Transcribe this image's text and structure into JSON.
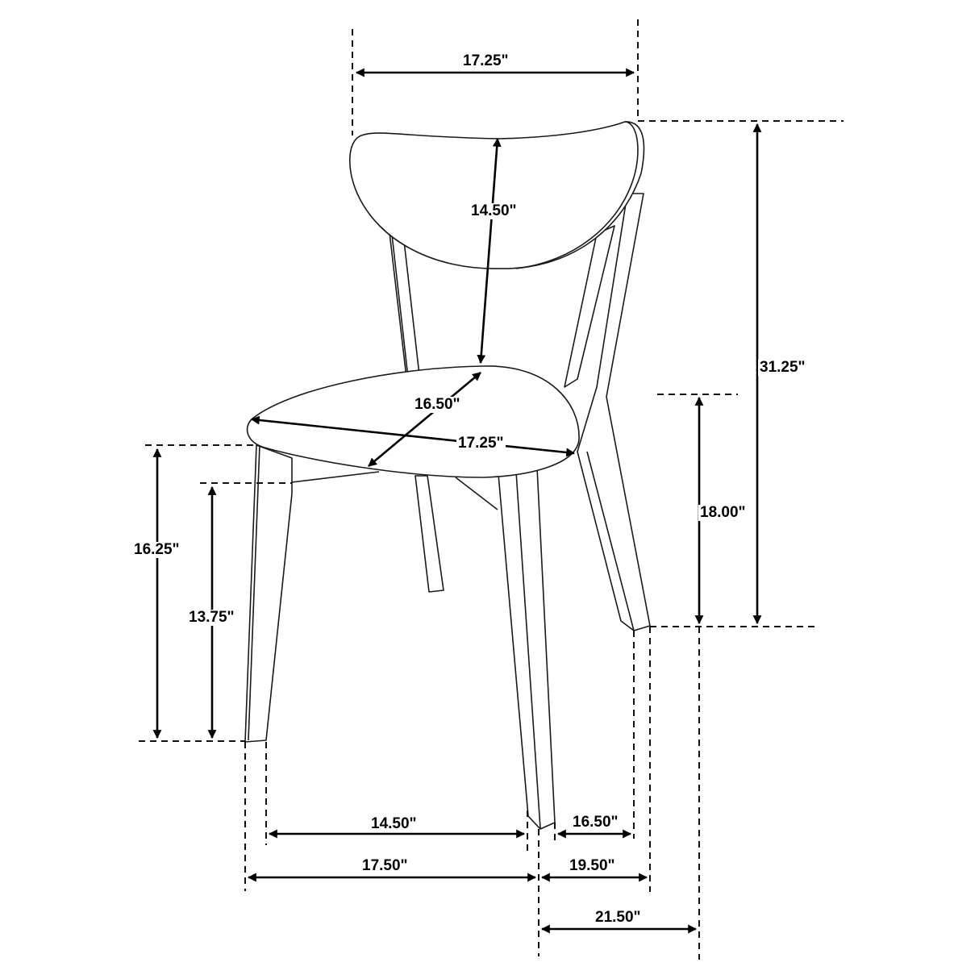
{
  "diagram": {
    "subject": "Dining chair dimension drawing",
    "unit": "inches",
    "colors": {
      "line": "#000000",
      "background": "#ffffff"
    },
    "dimensions": {
      "back_top_width": "17.25\"",
      "backrest_to_seat_height": "14.50\"",
      "seat_depth": "16.50\"",
      "seat_width": "17.25\"",
      "overall_height": "31.25\"",
      "seat_height": "18.00\"",
      "front_seat_edge_height": "16.25\"",
      "apron_height": "13.75\"",
      "front_leg_inner_span": "14.50\"",
      "front_leg_outer_span": "17.50\"",
      "side_leg_inner_span": "16.50\"",
      "side_leg_outer_span": "19.50\"",
      "overall_depth": "21.50\""
    }
  }
}
